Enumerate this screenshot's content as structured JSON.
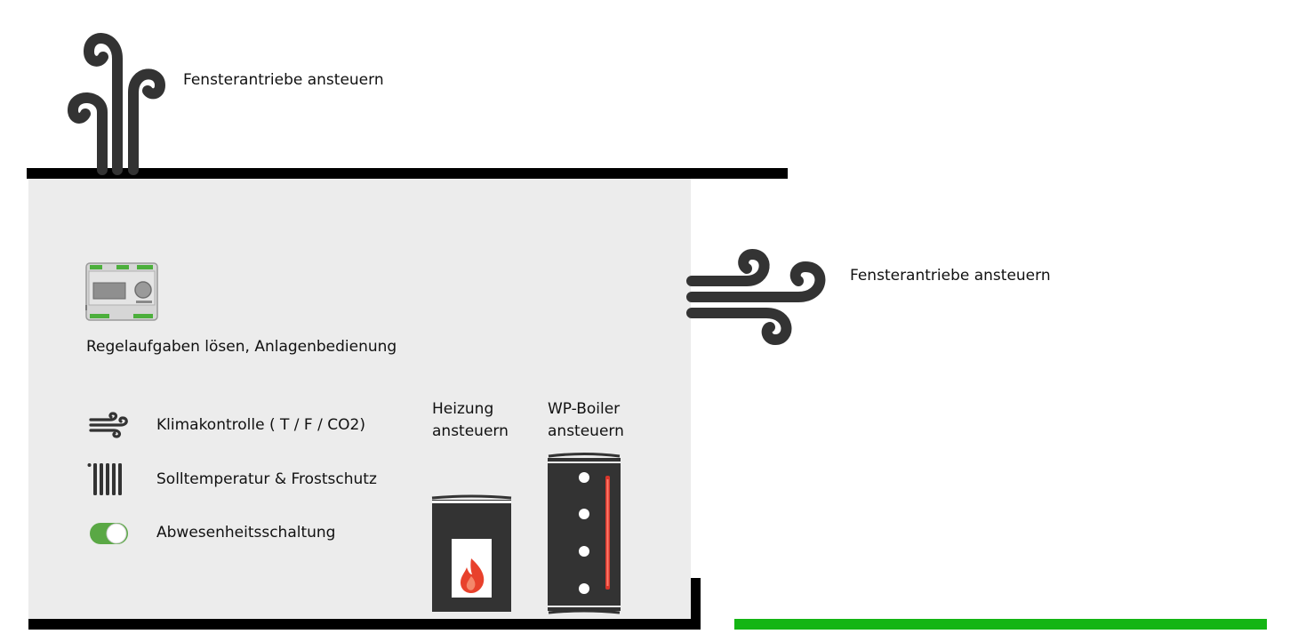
{
  "roof_label": "Fensterantriebe ansteuern",
  "wind_label": "Fensterantriebe ansteuern",
  "controller_label": "Regelaufgaben lösen, Anlagenbedienung",
  "features": [
    {
      "icon": "wind-icon",
      "label": "Klimakontrolle ( T / F / CO2)"
    },
    {
      "icon": "radiator-icon",
      "label": "Solltemperatur & Frostschutz"
    },
    {
      "icon": "toggle-icon",
      "label": "Abwesenheitsschaltung"
    }
  ],
  "heating_label": "Heizung\nansteuern",
  "boiler_label": "WP-Boiler\nansteuern",
  "colors": {
    "room_fill": "#ececec",
    "wall": "#000000",
    "icon_dark": "#333333",
    "ground_green": "#14b514",
    "toggle_green": "#5aa845",
    "flame_red": "#e8412c",
    "boiler_rod": "#d9362b"
  }
}
